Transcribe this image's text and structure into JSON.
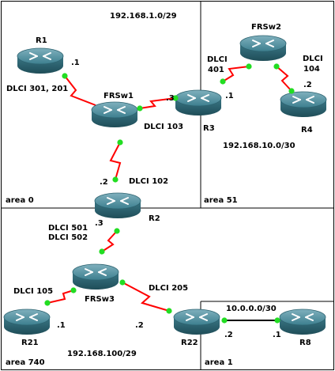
{
  "areas": [
    {
      "id": "area0",
      "label": "area 0"
    },
    {
      "id": "area51",
      "label": "area 51"
    },
    {
      "id": "area740",
      "label": "area 740"
    },
    {
      "id": "area1",
      "label": "area 1"
    }
  ],
  "networks": {
    "net_1": "192.168.1.0/29",
    "net_10": "192.168.10.0/30",
    "net_100": "192.168.100/29",
    "net_0": "10.0.0.0/30"
  },
  "devices": {
    "R1": "R1",
    "FRSw1": "FRSw1",
    "R3": "R3",
    "FRSw2": "FRSw2",
    "R4": "R4",
    "R2": "R2",
    "FRSw3": "FRSw3",
    "R21": "R21",
    "R22": "R22",
    "R8": "R8"
  },
  "dlci": {
    "r1": "DLCI 301, 201",
    "r3_to_frsw1": "DLCI 103",
    "r3_to_frsw2_a": "DLCI",
    "r3_to_frsw2_b": "401",
    "r4_a": "DLCI",
    "r4_b": "104",
    "r2_up": "DLCI 102",
    "r2_down_a": "DLCI 501",
    "r2_down_b": "DLCI 502",
    "r21": "DLCI 105",
    "r22": "DLCI 205"
  },
  "ips": {
    "r1": ".1",
    "r3_left": ".3",
    "r3_right": ".1",
    "r4": ".2",
    "r2_up": ".2",
    "r2_down": ".3",
    "r21": ".1",
    "r22_left": ".2",
    "r22_right": ".2",
    "r8": ".1"
  }
}
